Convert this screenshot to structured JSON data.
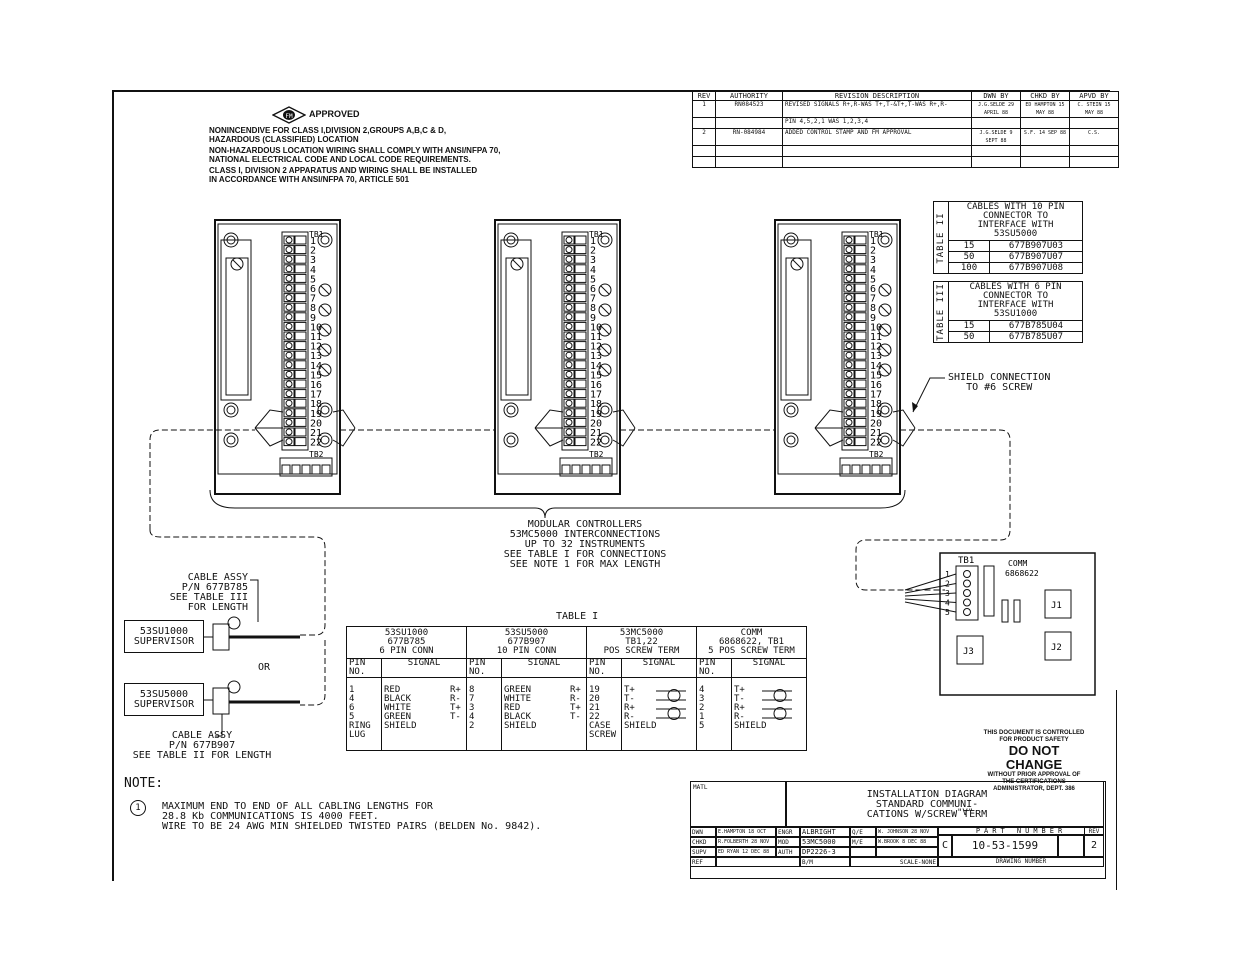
{
  "approval": {
    "mark": "FM",
    "label": "APPROVED",
    "lines": [
      "NONINCENDIVE FOR CLASS I,DIVISION 2,GROUPS A,B,C & D,",
      "HAZARDOUS (CLASSIFIED) LOCATION",
      "NON-HAZARDOUS LOCATION WIRING SHALL COMPLY WITH ANSI/NFPA 70,",
      "NATIONAL ELECTRICAL CODE AND LOCAL CODE REQUIREMENTS.",
      "CLASS I, DIVISION 2 APPARATUS AND WIRING SHALL BE INSTALLED",
      "IN ACCORDANCE WITH ANSI/NFPA 70, ARTICLE 501"
    ]
  },
  "revisions": {
    "headers": [
      "REV",
      "AUTHORITY",
      "REVISION DESCRIPTION",
      "DWN BY",
      "CHKD BY",
      "APVD BY"
    ],
    "rows": [
      [
        "1",
        "RN084523",
        "REVISED SIGNALS R+,R-WAS T+,T-&T+,T-WAS R+,R-",
        "J.G.SELDE 29 APRIL 88",
        "ED HAMPTON 15 MAY 88",
        "C. STEIN 15 MAY 88"
      ],
      [
        "",
        "",
        "PIN 4,5,2,1 WAS 1,2,3,4",
        "",
        "",
        ""
      ],
      [
        "2",
        "RN-084984",
        "ADDED CONTROL STAMP AND FM APPROVAL",
        "J.G.SELDE 9 SEPT 88",
        "S.F. 14 SEP 88",
        "C.S."
      ],
      [
        "",
        "",
        "",
        "",
        "",
        ""
      ],
      [
        "",
        "",
        "",
        "",
        "",
        ""
      ]
    ]
  },
  "terminals": {
    "label_top": "TB1",
    "label_bottom": "TB2",
    "numbers": [
      "1",
      "2",
      "3",
      "4",
      "5",
      "6",
      "7",
      "8",
      "9",
      "10",
      "11",
      "12",
      "13",
      "14",
      "15",
      "16",
      "17",
      "18",
      "19",
      "20",
      "21",
      "22"
    ]
  },
  "cables_right": {
    "table_ii": {
      "side": "TABLE II",
      "title": [
        "CABLES WITH 10 PIN",
        "CONNECTOR TO",
        "INTERFACE WITH",
        "53SU5000"
      ],
      "rows": [
        [
          "15",
          "677B907U03"
        ],
        [
          "50",
          "677B907U07"
        ],
        [
          "100",
          "677B907U08"
        ]
      ]
    },
    "table_iii": {
      "side": "TABLE III",
      "title": [
        "CABLES WITH 6 PIN",
        "CONNECTOR TO",
        "INTERFACE WITH",
        "53SU1000"
      ],
      "rows": [
        [
          "15",
          "677B785U04"
        ],
        [
          "50",
          "677B785U07"
        ]
      ]
    }
  },
  "shield_note": [
    "SHIELD CONNECTION",
    "TO #6 SCREW"
  ],
  "center_note": [
    "MODULAR CONTROLLERS",
    "53MC5000 INTERCONNECTIONS",
    "UP TO 32 INSTRUMENTS",
    "SEE TABLE I FOR CONNECTIONS",
    "SEE NOTE 1 FOR MAX LENGTH"
  ],
  "comm_board": {
    "tb": "TB1",
    "title": [
      "COMM",
      "6868622"
    ],
    "pins": [
      "1",
      "2",
      "3",
      "4",
      "5"
    ],
    "jacks": [
      "J1",
      "J2",
      "J3"
    ]
  },
  "supervisors": {
    "s1": "53SU1000\nSUPERVISOR",
    "s2": "53SU5000\nSUPERVISOR",
    "or": "OR",
    "cable1": [
      "CABLE ASSY",
      "P/N 677B785",
      "SEE TABLE III",
      "FOR LENGTH"
    ],
    "cable2": [
      "CABLE ASSY",
      "P/N 677B907",
      "SEE TABLE II FOR LENGTH"
    ]
  },
  "table_i": {
    "title": "TABLE I",
    "groups": [
      {
        "head": [
          "53SU1000",
          "677B785",
          "6 PIN CONN"
        ],
        "pins": "1\n4\n6\n5\nRING\nLUG",
        "signals": "RED\nBLACK\nWHITE\nGREEN\nSHIELD",
        "marks": "R+\nR-\nT+\nT-"
      },
      {
        "head": [
          "53SU5000",
          "677B907",
          "10 PIN CONN"
        ],
        "pins": "8\n7\n3\n4\n2",
        "signals": "GREEN\nWHITE\nRED\nBLACK\nSHIELD",
        "marks": "R+\nR-\nT+\nT-"
      },
      {
        "head": [
          "53MC5000",
          "TB1,22",
          "POS SCREW TERM"
        ],
        "pins": "19\n20\n21\n22\nCASE\nSCREW",
        "signals": "T+\nT-\nR+\nR-\nSHIELD",
        "marks": ""
      },
      {
        "head": [
          "COMM",
          "6868622, TB1",
          "5 POS SCREW TERM"
        ],
        "pins": "4\n3\n2\n1\n5",
        "signals": "T+\nT-\nR+\nR-\nSHIELD",
        "marks": ""
      }
    ],
    "col_pin": "PIN\nNO.",
    "col_signal": "SIGNAL"
  },
  "note": {
    "heading": "NOTE:",
    "num": "1",
    "lines": [
      "MAXIMUM END TO END OF ALL CABLING LENGTHS FOR",
      "28.8 Kb COMMUNICATIONS IS 4000 FEET.",
      "WIRE TO BE 24 AWG MIN SHIELDED TWISTED PAIRS (BELDEN No. 9842)."
    ]
  },
  "control_stamp": {
    "lines_top": [
      "THIS DOCUMENT IS CONTROLLED",
      "FOR PRODUCT SAFETY"
    ],
    "big": "DO NOT CHANGE",
    "lines_bottom": [
      "WITHOUT PRIOR APPROVAL OF",
      "THE CERTIFICATIONS",
      "ADMINISTRATOR, DEPT. 386"
    ]
  },
  "title_block": {
    "matl": "MATL",
    "title": [
      "INSTALLATION DIAGRAM",
      "STANDARD COMMUNI-",
      "CATIONS W/SCREW TERM"
    ],
    "v_mark": "\"V\"",
    "dwn": "DWN",
    "dwn_val": "E.HAMPTON 18 OCT 88",
    "engr": "ENGR",
    "engr_val": "ALBRIGHT 28 NOV 88",
    "qe": "Q/E",
    "qe_val": "W. JOHNSON 28 NOV 88",
    "chkd": "CHKD",
    "chkd_val": "R.FOLBERTH 28 NOV 88",
    "mod": "MOD",
    "mod_val": "53MC5000",
    "me": "M/E",
    "me_val": "W.BROOK 8 DEC 88",
    "supv": "SUPV",
    "supv_val": "ED RYAN 12 DEC 88",
    "auth": "AUTH",
    "auth_val": "DP2226-3",
    "ref": "REF DWG",
    "bm": "B/M",
    "scale": "SCALE-NONE",
    "part_label": "PART NUMBER",
    "rev_label": "REV",
    "size": "C",
    "part": "10-53-1599",
    "rev": "2",
    "dwg_label": "DRAWING NUMBER"
  }
}
